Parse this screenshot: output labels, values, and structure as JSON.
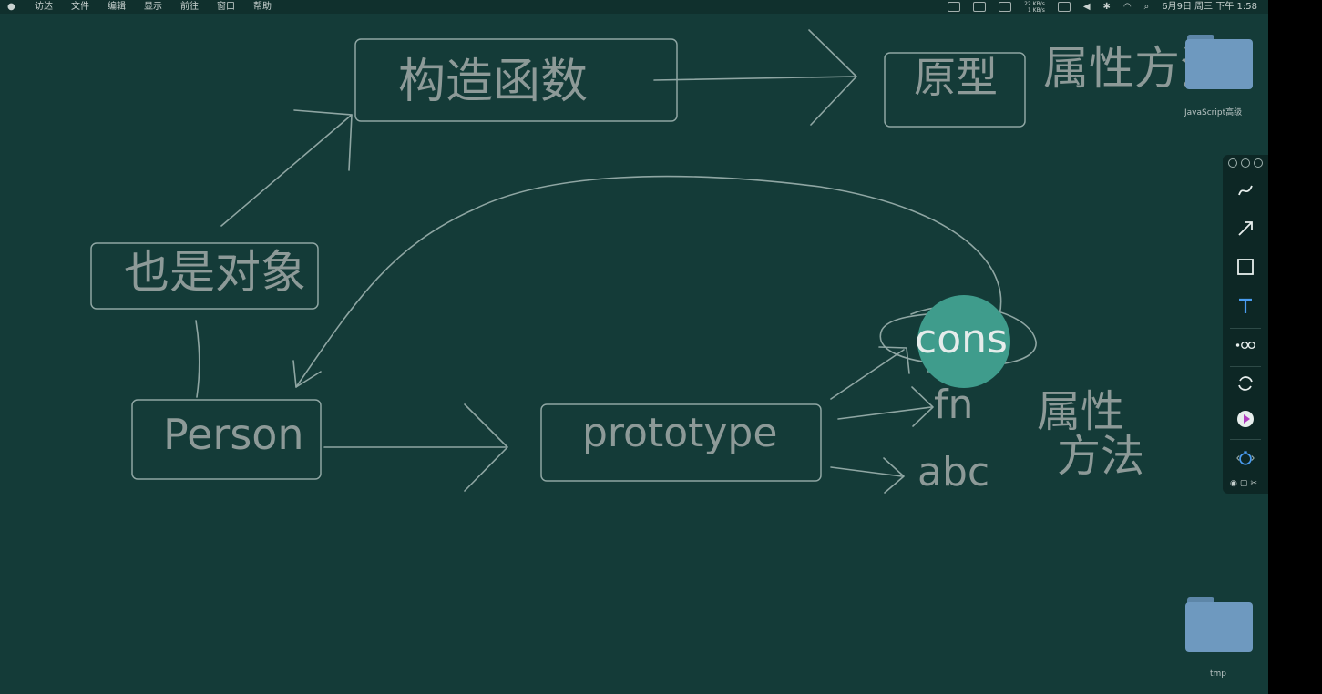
{
  "menubar": {
    "apple": "",
    "items": [
      "访达",
      "文件",
      "编辑",
      "显示",
      "前往",
      "窗口",
      "帮助"
    ],
    "net_up": "22 KB/s",
    "net_down": "1 KB/s",
    "clock": "6月9日 周三 下午 1:58"
  },
  "diagram": {
    "constructor": "构造函数",
    "prototype_zh": "原型",
    "props_methods": "属性方法",
    "also_object": "也是对象",
    "person": "Person",
    "prototype": "prototype",
    "cons": "cons",
    "fn": "fn",
    "abc": "abc",
    "props": "属性",
    "methods": "方法"
  },
  "desktop": {
    "folder1": "JavaScript高级",
    "folder2": "tmp"
  },
  "toolbar": {
    "tools": [
      "pen-icon",
      "arrow-icon",
      "rectangle-icon",
      "text-icon",
      "link-icon",
      "rotate-icon",
      "play-icon",
      "timer-icon"
    ],
    "active_tool": "text-icon",
    "accent_color": "#4a9cf0"
  },
  "colors": {
    "background": "#143b38",
    "spotlight": "#3f9c8c",
    "stroke": "#8fa6a3"
  }
}
